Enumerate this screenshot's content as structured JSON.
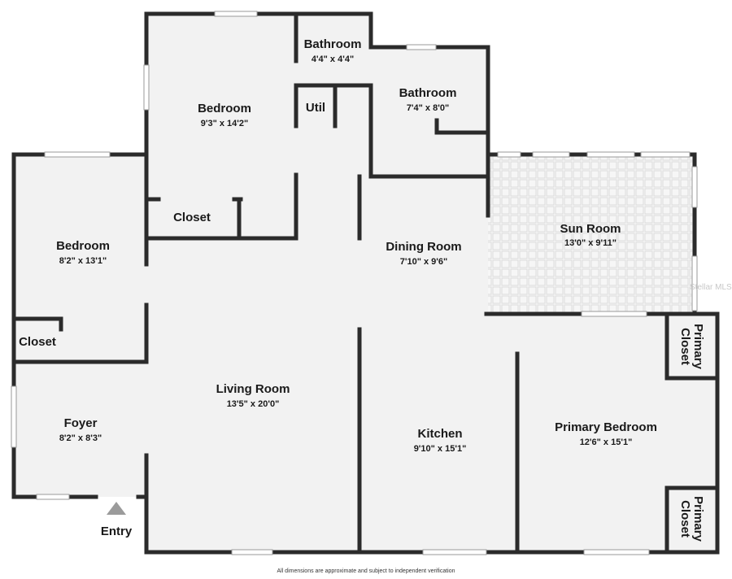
{
  "colors": {
    "floor": "#f2f2f2",
    "wall": "#2b2b2b",
    "window": "#d9d9d9",
    "sunroom_tile_line": "#dcdcdc",
    "entry_arrow": "#9b9b9b"
  },
  "rooms": {
    "bedroom_top": {
      "name": "Bedroom",
      "dims": "9'3\" x 14'2\""
    },
    "bath_small": {
      "name": "Bathroom",
      "dims": "4'4\" x 4'4\""
    },
    "util": {
      "name": "Util"
    },
    "bath_main": {
      "name": "Bathroom",
      "dims": "7'4\" x 8'0\""
    },
    "closet_top": {
      "name": "Closet"
    },
    "bedroom_left": {
      "name": "Bedroom",
      "dims": "8'2\" x 13'1\""
    },
    "closet_left": {
      "name": "Closet"
    },
    "dining": {
      "name": "Dining Room",
      "dims": "7'10\" x 9'6\""
    },
    "sun": {
      "name": "Sun Room",
      "dims": "13'0\" x 9'11\""
    },
    "living": {
      "name": "Living Room",
      "dims": "13'5\" x 20'0\""
    },
    "foyer": {
      "name": "Foyer",
      "dims": "8'2\" x 8'3\""
    },
    "kitchen": {
      "name": "Kitchen",
      "dims": "9'10\" x 15'1\""
    },
    "primary": {
      "name": "Primary Bedroom",
      "dims": "12'6\" x 15'1\""
    },
    "primary_closet_1": {
      "line1": "Primary",
      "line2": "Closet"
    },
    "primary_closet_2": {
      "line1": "Primary",
      "line2": "Closet"
    }
  },
  "entry_label": "Entry",
  "footnote": "All dimensions are approximate and subject to independent verification",
  "watermark": "Stellar MLS"
}
